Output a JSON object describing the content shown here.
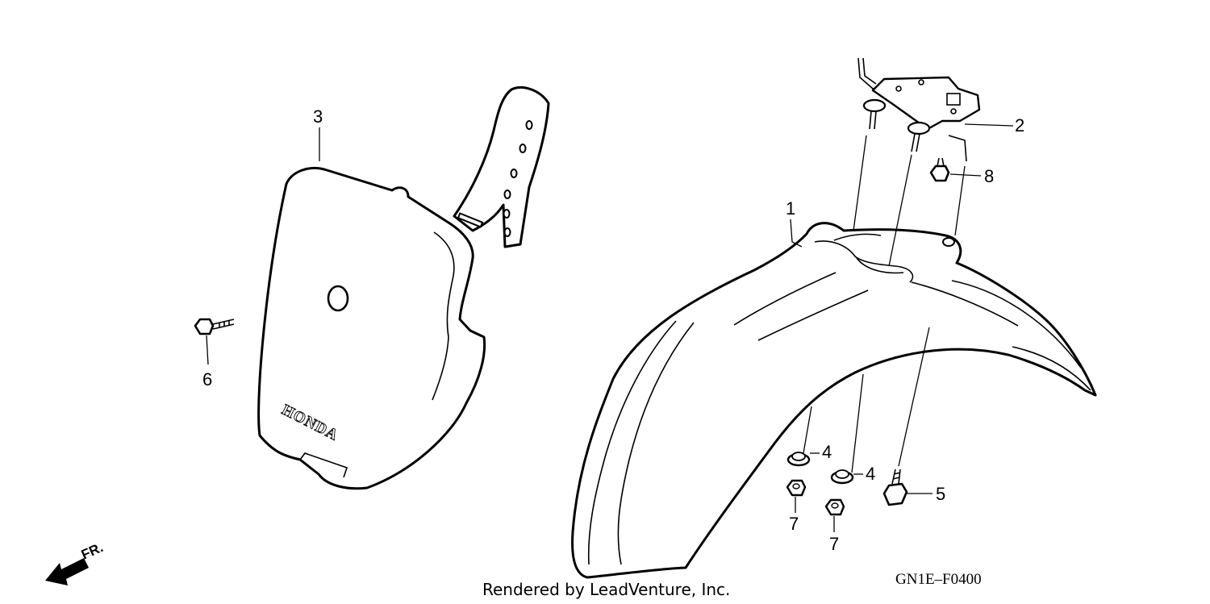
{
  "diagram": {
    "code": "GN1E–F0400",
    "footer": "Rendered by LeadVenture, Inc.",
    "direction_label": "FR.",
    "brand_mark": "HONDA"
  },
  "callouts": [
    {
      "id": "1",
      "label": "1"
    },
    {
      "id": "2",
      "label": "2"
    },
    {
      "id": "3",
      "label": "3"
    },
    {
      "id": "4a",
      "label": "4"
    },
    {
      "id": "4b",
      "label": "4"
    },
    {
      "id": "5",
      "label": "5"
    },
    {
      "id": "6",
      "label": "6"
    },
    {
      "id": "7a",
      "label": "7"
    },
    {
      "id": "7b",
      "label": "7"
    },
    {
      "id": "8",
      "label": "8"
    }
  ]
}
